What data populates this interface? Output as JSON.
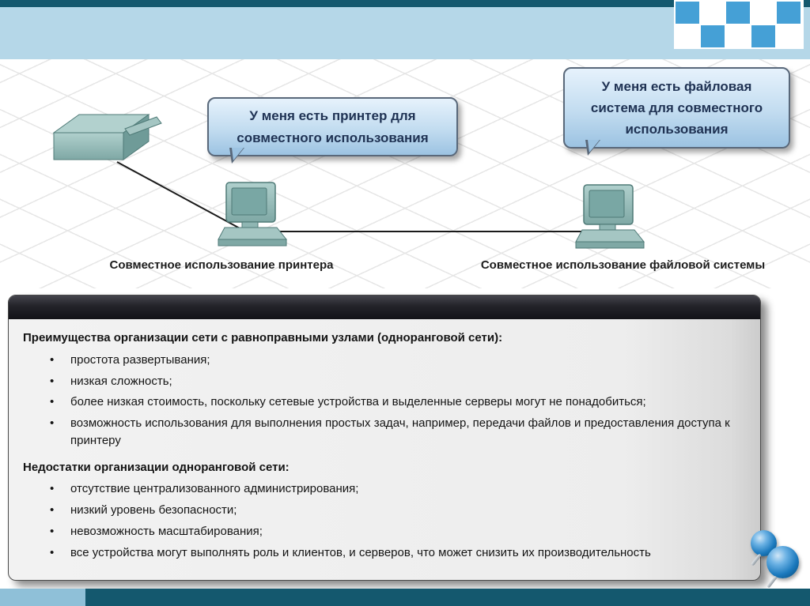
{
  "diagram": {
    "bubble_printer": {
      "lines": [
        "У меня есть принтер для",
        "совместного использования"
      ]
    },
    "bubble_files": {
      "lines": [
        "У меня есть файловая",
        "система для совместного",
        "использования"
      ]
    },
    "caption_printer": "Совместное использование принтера",
    "caption_files": "Совместное использование файловой системы"
  },
  "panel": {
    "advantages_title": "Преимущества организации сети с равноправными узлами (одноранговой сети):",
    "advantages": [
      "простота развертывания;",
      "низкая сложность;",
      "более низкая стоимость, поскольку сетевые устройства и выделенные серверы могут не понадобиться;",
      "возможность использования для выполнения простых задач, например, передачи файлов и предоставления доступа к принтеру"
    ],
    "disadvantages_title": "Недостатки организации одноранговой сети:",
    "disadvantages": [
      "отсутствие централизованного администрирования;",
      "низкий уровень безопасности;",
      "невозможность масштабирования;",
      "все устройства могут выполнять роль и клиентов, и серверов, что может снизить их производительность"
    ]
  },
  "colors": {
    "accent_teal_dark": "#14586e",
    "band_light_blue": "#b5d7e8",
    "checker_blue": "#45a0d6",
    "bubble_border": "#59687a",
    "bubble_text": "#203354",
    "device_teal": "#9dc0bd",
    "panel_header_dark": "#232329",
    "panel_body_gray": "#ededed",
    "pushpin_blue": "#1b79bd"
  }
}
